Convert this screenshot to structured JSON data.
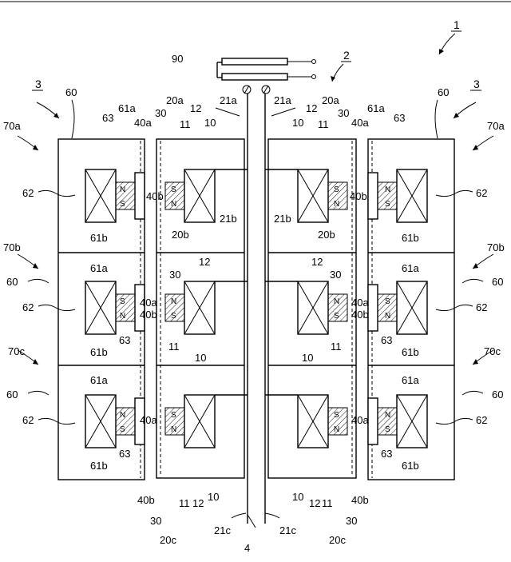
{
  "labels": {
    "fig": "1",
    "assembly": "2",
    "unit": "3",
    "shaft": "4",
    "device": "90",
    "rotor_a": "20a",
    "rotor_b": "20b",
    "rotor_c": "20c",
    "plate_a": "21a",
    "plate_b": "21b",
    "plate_c": "21c",
    "stator_a": "70a",
    "stator_b": "70b",
    "stator_c": "70c",
    "core": "60",
    "yoke_a": "61a",
    "yoke_b": "61b",
    "coil_s": "62",
    "magnet_s": "63",
    "face_a": "40a",
    "face_b": "40b",
    "core_r": "30",
    "magnet_r": "11",
    "coil_r": "12",
    "winding": "10",
    "N": "N",
    "S": "S"
  }
}
